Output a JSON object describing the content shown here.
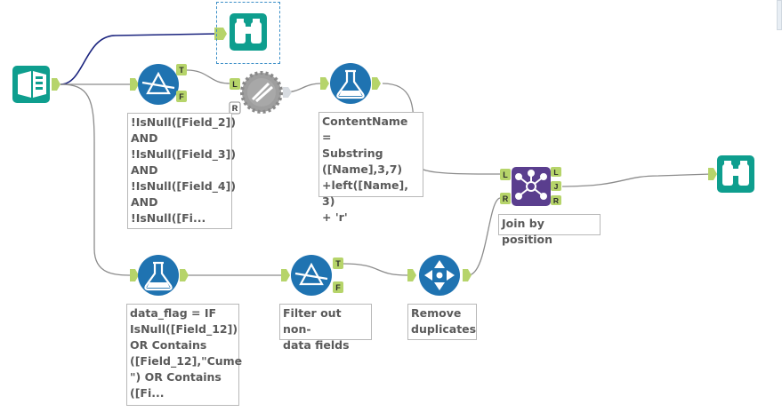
{
  "annotations": {
    "filter_nulls": "!IsNull([Field_2])\nAND\n!IsNull([Field_3])\nAND\n!IsNull([Field_4])\nAND\n!IsNull([Fi...",
    "content_formula": "ContentName =\nSubstring\n([Name],3,7)\n+left([Name], 3)\n+ 'r'",
    "join_label": "Join by position",
    "flag_formula": "data_flag = IF\nIsNull([Field_12])\nOR Contains\n([Field_12],\"Cume\n\") OR Contains\n([Fi...",
    "filter_label": "Filter out non-\ndata fields",
    "unique_label": "Remove\nduplicates"
  },
  "anchors": {
    "true": "T",
    "false": "F",
    "left": "L",
    "right": "R",
    "join": "J"
  },
  "colors": {
    "tool_blue": "#1f73b1",
    "tool_teal": "#0e9e8e",
    "join_purple": "#5a3e8e",
    "anchor_green": "#b6d46a",
    "connection_gray": "#8c8c8c",
    "connection_blue": "#1a237e",
    "selection": "#3c8fc7"
  }
}
